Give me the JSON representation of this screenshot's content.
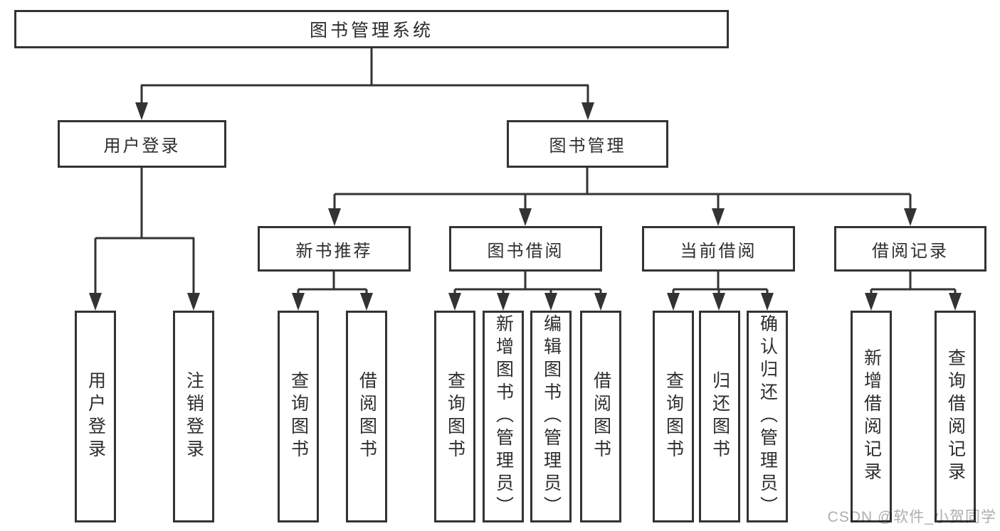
{
  "diagram": {
    "title_node": {
      "label": "图书管理系统"
    },
    "level2": [
      {
        "label": "用户登录"
      },
      {
        "label": "图书管理"
      }
    ],
    "level3": [
      {
        "label": "新书推荐",
        "parent": "图书管理"
      },
      {
        "label": "图书借阅",
        "parent": "图书管理"
      },
      {
        "label": "当前借阅",
        "parent": "图书管理"
      },
      {
        "label": "借阅记录",
        "parent": "图书管理"
      }
    ],
    "leaves": [
      {
        "label": "用户登录",
        "parent": "用户登录"
      },
      {
        "label": "注销登录",
        "parent": "用户登录"
      },
      {
        "label": "查询图书",
        "parent": "新书推荐"
      },
      {
        "label": "借阅图书",
        "parent": "新书推荐"
      },
      {
        "label": "查询图书",
        "parent": "图书借阅"
      },
      {
        "label": "新增图书（管理员）",
        "parent": "图书借阅"
      },
      {
        "label": "编辑图书（管理员）",
        "parent": "图书借阅"
      },
      {
        "label": "借阅图书",
        "parent": "图书借阅"
      },
      {
        "label": "查询图书",
        "parent": "当前借阅"
      },
      {
        "label": "归还图书",
        "parent": "当前借阅"
      },
      {
        "label": "确认归还（管理员）",
        "parent": "当前借阅"
      },
      {
        "label": "新增借阅记录",
        "parent": "借阅记录"
      },
      {
        "label": "查询借阅记录",
        "parent": "借阅记录"
      }
    ]
  },
  "watermark": {
    "text": "CSDN @软件_小贺同学"
  },
  "colors": {
    "line": "#333333",
    "text": "#2d2d2d",
    "background": "#ffffff",
    "watermark": "#aeaeae"
  }
}
